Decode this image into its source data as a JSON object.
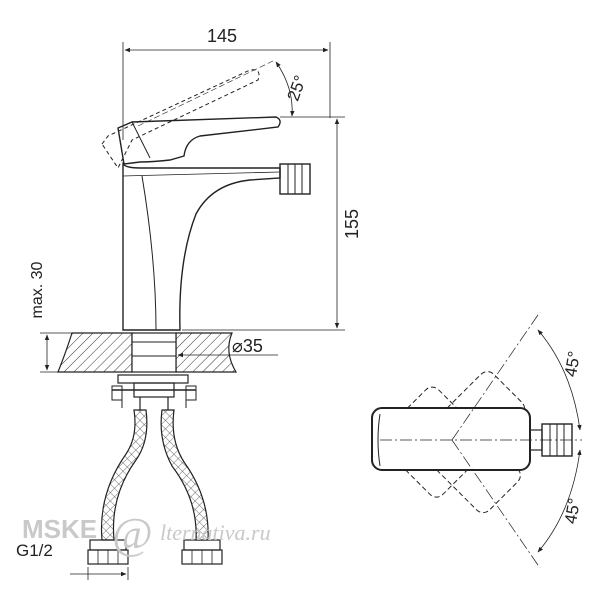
{
  "dimensions": {
    "width_label": "145",
    "height_label": "155",
    "lever_angle_label": "25°",
    "max_deck_label": "max. 30",
    "diameter_label": "⌀35",
    "thread_label": "G1/2",
    "rotation_left_label": "45°",
    "rotation_right_label": "45°"
  },
  "watermark": {
    "brand": "MSKE",
    "at": "@",
    "site": "lternativa.ru"
  },
  "colors": {
    "line": "#222222",
    "watermark": "#c9c9c9"
  }
}
